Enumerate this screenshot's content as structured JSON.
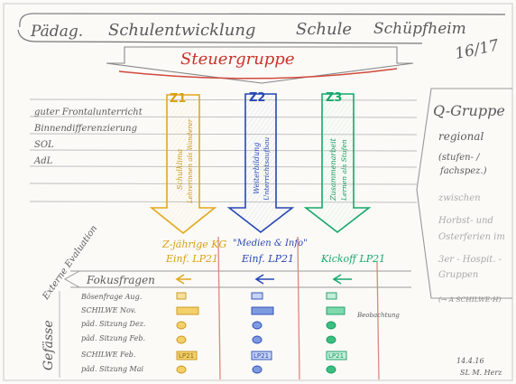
{
  "header": {
    "title_left": "Pädag.",
    "title_mid": "Schulentwicklung",
    "title_right_1": "Schule",
    "title_right_2": "Schüpfheim",
    "year": "16/17"
  },
  "steering_group": {
    "label": "Steuergruppe"
  },
  "focus_list": {
    "items": [
      "guter Frontalunterricht",
      "Binnendifferenzierung",
      "SOL",
      "AdL"
    ]
  },
  "goals": [
    {
      "id": "Z1",
      "vertical_1": "Schulklima",
      "vertical_2": "Lehrerinnen als Wanderer",
      "result_line_1": "Z-jährige KG",
      "result_line_2": "Einf. LP21",
      "color": "#e7b21f"
    },
    {
      "id": "Z2",
      "vertical_1": "Weiterbildung",
      "vertical_2": "Unterrichtsaufbau",
      "result_line_1": "\"Medien & Info\"",
      "result_line_2": "Einf. LP21",
      "color": "#2a4fb8"
    },
    {
      "id": "Z3",
      "vertical_1": "Zusammenarbeit",
      "vertical_2": "Lernen als Stufen",
      "result_line_1": "",
      "result_line_2": "Kickoff LP21",
      "color": "#17a86a"
    }
  ],
  "q_group": {
    "title": "Q-Gruppe",
    "lines": [
      "regional",
      "(stufen- /",
      "fachspez.)",
      "zwischen",
      "Horbst- und",
      "Osterferien im",
      "3er - Hospit. -",
      "Gruppen",
      "(→ A SCHILWE-H)"
    ]
  },
  "external_eval": {
    "label": "Externe Evaluation"
  },
  "focus_questions": {
    "label": "Fokusfragen"
  },
  "vessels": {
    "label": "Gefässe",
    "rows": [
      "Bösenfrage Aug.",
      "SCHILWE Nov.",
      "päd. Sitzung Dez.",
      "päd. Sitzung Feb.",
      "SCHILWE Feb.",
      "päd. Sitzung Mai"
    ]
  },
  "annotations": {
    "observation": "Beobachtung",
    "lp21_a": "LP21",
    "lp21_b": "LP21",
    "lp21_c": "LP21",
    "lp21_d": "LP21"
  },
  "signature": {
    "date": "14.4.16",
    "initials": "SL  M. Herz"
  }
}
